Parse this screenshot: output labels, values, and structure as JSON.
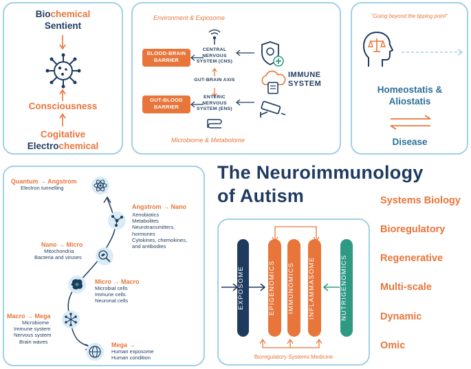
{
  "panel_consciousness": {
    "top_line1_a": "Bio",
    "top_line1_b": "chemical",
    "top_line2": "Sentient",
    "middle": "Consciousness",
    "bottom_line1": "Cogitative",
    "bottom_line2_a": "Electro",
    "bottom_line2_b": "chemical"
  },
  "panel_immune": {
    "env_label": "Environment & Exposome",
    "bbb_label": "BLOOD-BRAIN BARRIER",
    "gbb_label": "GUT-BLOOD BARRIER",
    "cns_label": "CENTRAL NERVOUS SYSTEM (CNS)",
    "axis_label": "GUT-BRAIN AXIS",
    "ens_label": "ENTERIC NERVOUS SYSTEM (ENS)",
    "immune_label": "IMMUNE SYSTEM",
    "micro_label": "Microbiome & Metabolome"
  },
  "panel_homeostasis": {
    "quote": "\"Going beyond the tipping point\"",
    "homeostasis": "Homeostatis & Aliostatis",
    "disease": "Disease"
  },
  "title": {
    "line1": "The Neuroimmunology",
    "line2": "of Autism"
  },
  "scales": [
    {
      "title": "Quantum → Angstrom",
      "items": [
        "Electron tunnelling"
      ]
    },
    {
      "title": "Angstrom → Nano",
      "items": [
        "Xenobiotics",
        "Metabolites",
        "Neurotransmitters,",
        "hormones",
        "Cytokines, chemokines,",
        "and antibodies"
      ]
    },
    {
      "title": "Nano → Micro",
      "items": [
        "Mitochondria",
        "Bacteria and viruses"
      ]
    },
    {
      "title": "Micro → Macro",
      "items": [
        "Microbial cells",
        "Immune cells",
        "Neuronal cells"
      ]
    },
    {
      "title": "Macro → Mega",
      "items": [
        "Microbiome",
        "Immune system",
        "Nervous system",
        "Brain waves"
      ]
    },
    {
      "title": "Mega →",
      "items": [
        "Human exposome",
        "Human condition"
      ]
    }
  ],
  "omics": {
    "bars": [
      "EXPOSOME",
      "EPIGENOMICS",
      "IMMUNOMICS",
      "INFLAMMASOME",
      "NUTRIGENOMICS"
    ],
    "footer": "Bioregulatory Systems Medicine"
  },
  "tags": [
    "Systems Biology",
    "Bioregulatory",
    "Regenerative",
    "Multi-scale",
    "Dynamic",
    "Omic"
  ],
  "colors": {
    "navy": "#1e3a5f",
    "orange": "#e8753a",
    "teal": "#2e9a84",
    "border": "#9fd0e6"
  }
}
